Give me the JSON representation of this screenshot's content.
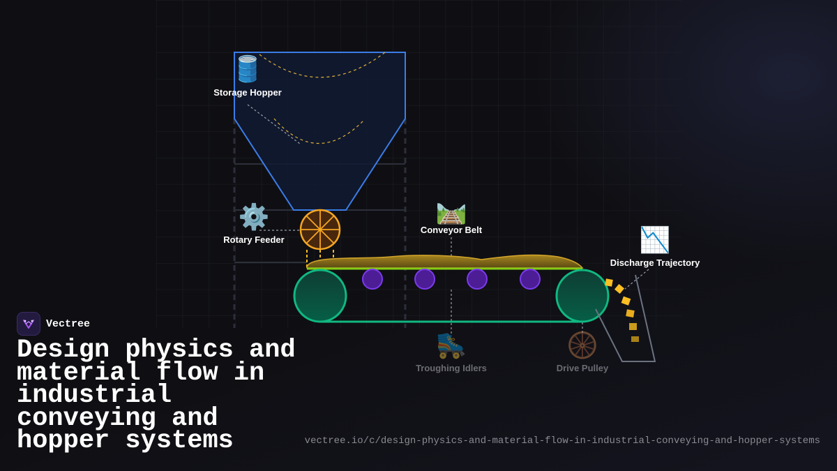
{
  "brand": {
    "name": "Vectree"
  },
  "title": "Design physics and material flow in industrial conveying and hopper systems",
  "url": "vectree.io/c/design-physics-and-material-flow-in-industrial-conveying-and-hopper-systems",
  "colors": {
    "hopper": "#3b7de8",
    "feeder": "#f5a623",
    "pulley": "#10b981",
    "idler": "#7c3aed",
    "material": "#c9a227",
    "discharge": "#fbbf24"
  },
  "nodes": [
    {
      "id": "storage-hopper",
      "label": "Storage Hopper",
      "icon": "🛢️",
      "icon_name": "oil-drum-icon"
    },
    {
      "id": "rotary-feeder",
      "label": "Rotary Feeder",
      "icon": "⚙️",
      "icon_name": "gear-icon"
    },
    {
      "id": "conveyor-belt",
      "label": "Conveyor Belt",
      "icon": "🛤️",
      "icon_name": "railway-track-icon"
    },
    {
      "id": "discharge-trajectory",
      "label": "Discharge Trajectory",
      "icon": "📉",
      "icon_name": "chart-decreasing-icon"
    },
    {
      "id": "troughing-idlers",
      "label": "Troughing Idlers",
      "icon": "🛼",
      "icon_name": "roller-skate-icon"
    },
    {
      "id": "drive-pulley",
      "label": "Drive Pulley",
      "icon": "🛞",
      "icon_name": "wheel-icon"
    }
  ]
}
